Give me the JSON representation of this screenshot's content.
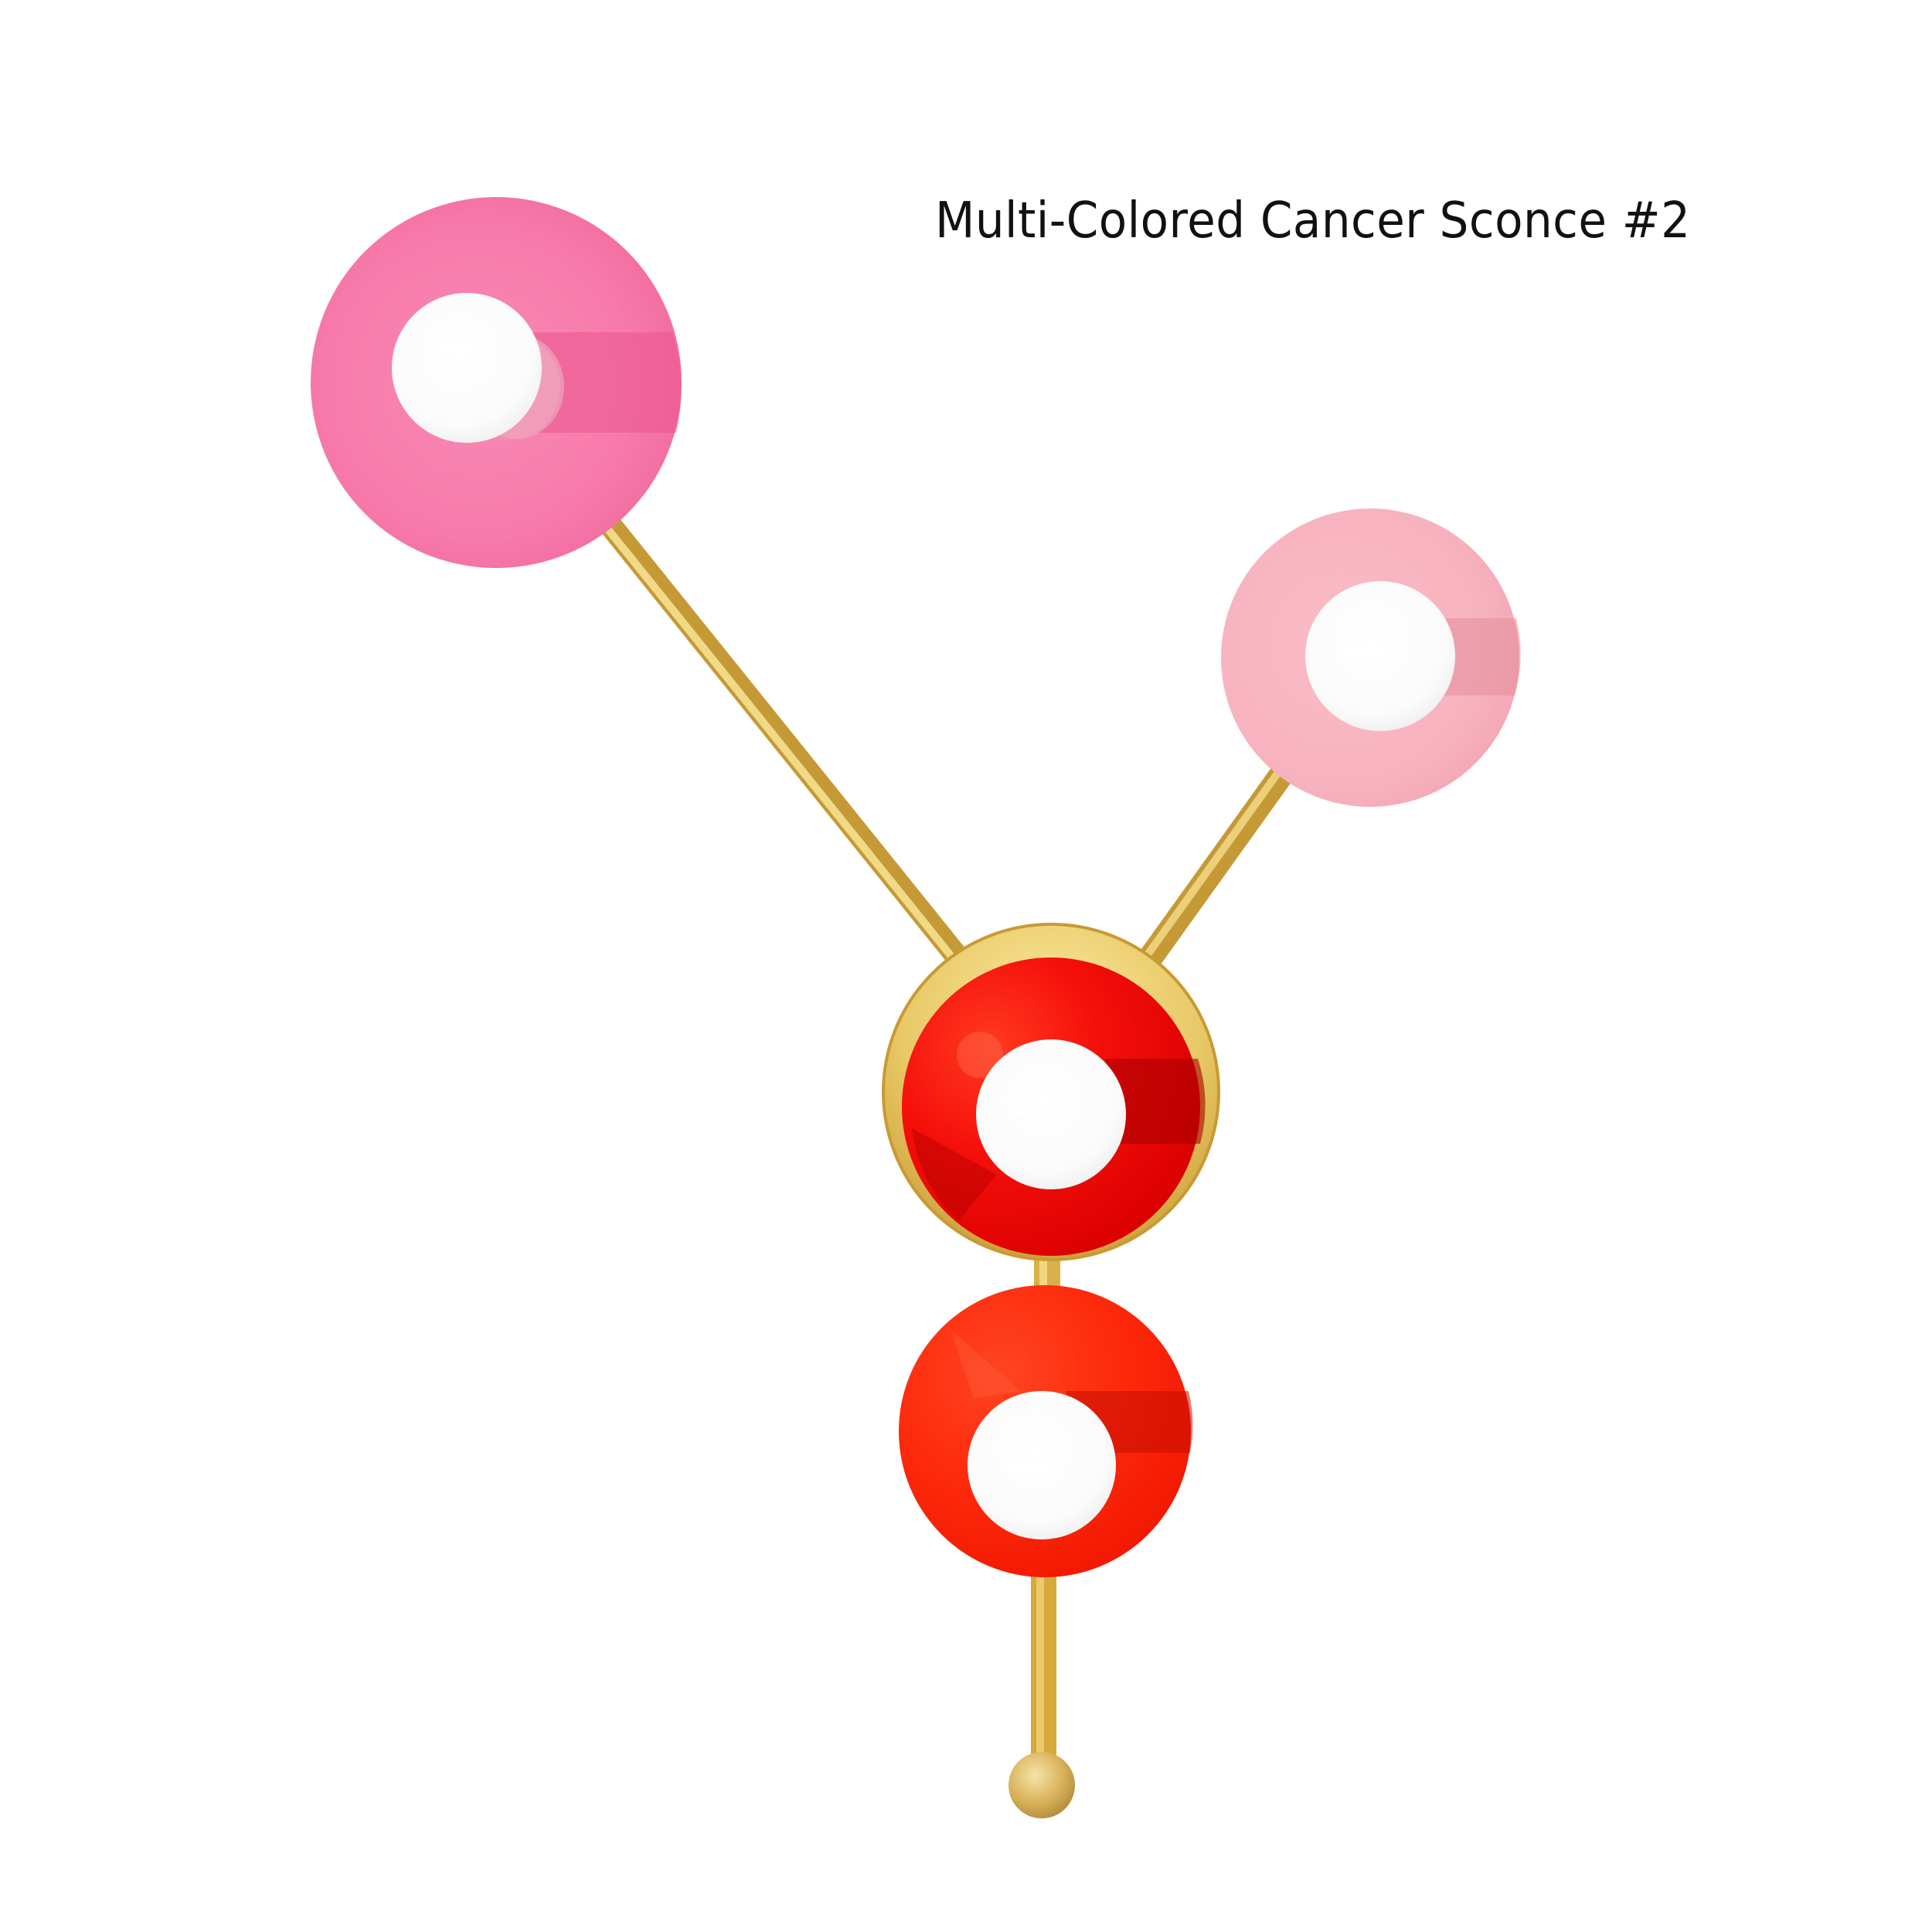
{
  "caption": {
    "title": "Multi-Colored Cancer Sconce #2"
  },
  "product": {
    "type": "wall sconce",
    "shades": [
      {
        "name": "top-left-shade",
        "color": "#f77aaa",
        "shadow": "#e9568f"
      },
      {
        "name": "top-right-shade",
        "color": "#f7b2bf",
        "shadow": "#e38e9b"
      },
      {
        "name": "center-shade",
        "color": "#f50f0a",
        "shadow": "#b30000"
      },
      {
        "name": "bottom-shade",
        "color": "#fd2a0c",
        "shadow": "#c70d00"
      }
    ],
    "brass_color": "#d9b04a",
    "brass_highlight": "#f5e18f",
    "bulb_color": "#ffffff",
    "bulb_count": 4
  },
  "colors": {
    "background": "#ffffff",
    "text": "#111111"
  }
}
